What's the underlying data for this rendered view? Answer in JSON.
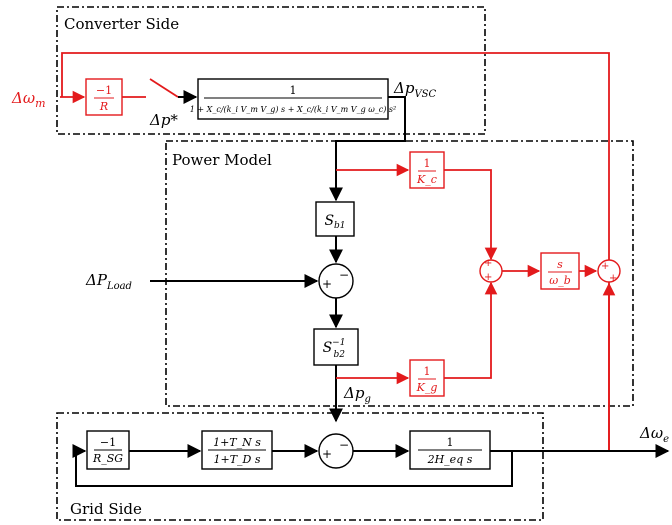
{
  "regions": {
    "converter": "Converter Side",
    "power": "Power Model",
    "grid": "Grid Side"
  },
  "signals": {
    "dw_m_sym": "Δω",
    "dw_m_sub": "m",
    "dp_star": "Δp*",
    "dp_vsc_sym": "Δp",
    "dp_vsc_sub": "VSC",
    "dP_load_sym": "ΔP",
    "dP_load_sub": "Load",
    "dp_g_sym": "Δp",
    "dp_g_sub": "g",
    "dw_e_sym": "Δω",
    "dw_e_sub": "e"
  },
  "blocks": {
    "droop_num": "−1",
    "droop_den": "R",
    "vsc_num": "1",
    "vsc_den": "1 + X_c/(k_i V_m V_g) s + X_c/(k_i V_m V_g ω_c) s²",
    "sb1_sym": "S",
    "sb1_sub": "b1",
    "sb2_sym": "S",
    "sb2_sup": "−1",
    "sb2_sub": "b2",
    "kc_num": "1",
    "kc_den": "K_c",
    "kg_num": "1",
    "kg_den": "K_g",
    "deriv_num": "s",
    "deriv_den": "ω_b",
    "rsg_num": "−1",
    "rsg_den": "R_SG",
    "gov_num": "1+T_N s",
    "gov_den": "1+T_D s",
    "inertia_num": "1",
    "inertia_den": "2H_eq s"
  },
  "junctions": {
    "plus": "+",
    "minus": "−"
  },
  "colors": {
    "black": "#000000",
    "red": "#e31a1c"
  }
}
